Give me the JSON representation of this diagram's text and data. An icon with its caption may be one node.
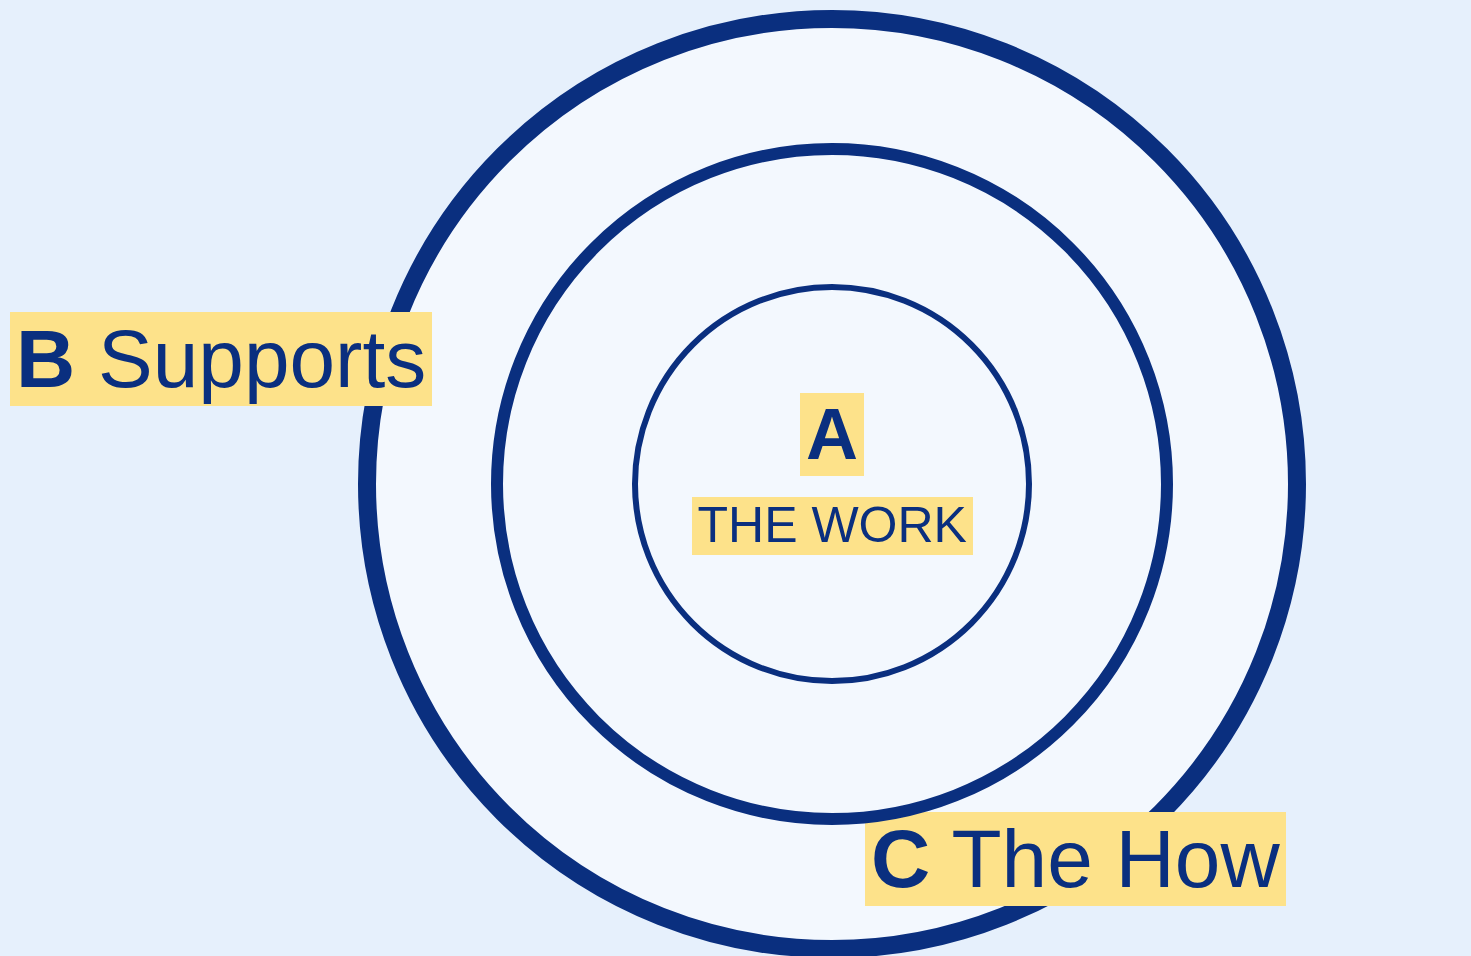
{
  "diagram": {
    "nodes": [
      {
        "text": [
          "**C** The How"
        ]
      },
      {
        "text": [
          "**B** Supports"
        ],
        "in": 0
      },
      {
        "text": [
          "A",
          "THE WORK"
        ],
        "in": 1
      }
    ]
  }
}
